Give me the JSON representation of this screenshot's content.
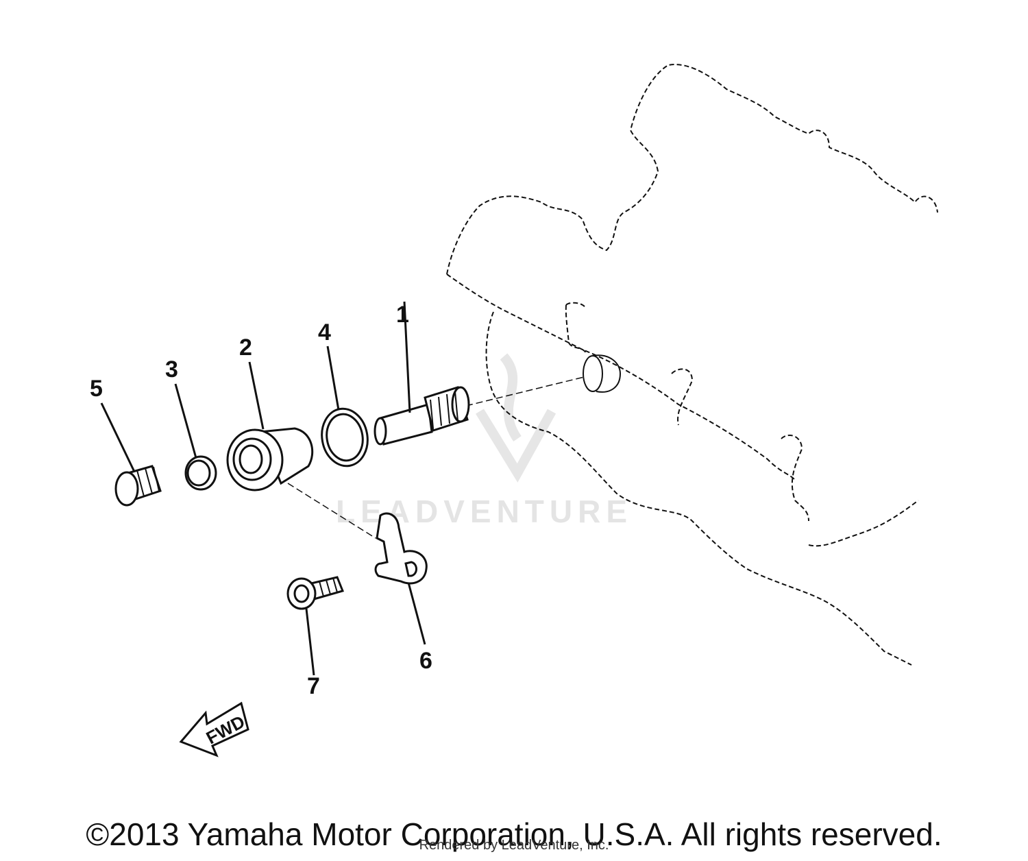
{
  "callouts": {
    "c1": "1",
    "c2": "2",
    "c3": "3",
    "c4": "4",
    "c5": "5",
    "c6": "6",
    "c7": "7"
  },
  "direction_arrow": {
    "label": "FWD"
  },
  "watermark": {
    "text": "LEADVENTURE"
  },
  "footer": {
    "copyright": "©2013 Yamaha Motor Corporation, U.S.A. All rights reserved.",
    "courtesy": "Rendered by LeadVenture, Inc."
  },
  "colors": {
    "line": "#111111",
    "watermark": "#e4e4e4",
    "background": "#ffffff"
  }
}
